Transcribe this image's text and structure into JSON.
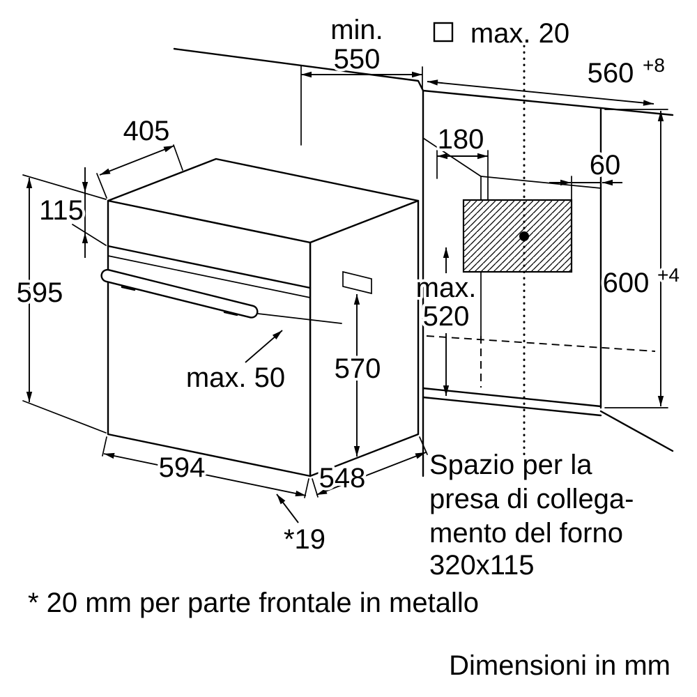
{
  "page": {
    "footer_note": "* 20 mm per parte frontale in metallo",
    "units_note": "Dimensioni in mm"
  },
  "socket_note": {
    "line1": "Spazio per la",
    "line2": "presa di collega-",
    "line3": "mento del forno",
    "line4": "320x115"
  },
  "dimensions": {
    "worktop_depth_label": "min.",
    "worktop_depth_value": "550",
    "top_gap": "max. 20",
    "niche_width_value": "560",
    "niche_width_tolerance": "+8",
    "oven_top_depth": "405",
    "socket_offset_left": "180",
    "socket_offset_right": "60",
    "control_panel_height": "115",
    "oven_height": "595",
    "niche_depth_label": "max.",
    "niche_depth_value": "520",
    "niche_height_value": "600",
    "niche_height_tolerance": "+4",
    "oven_body_height": "570",
    "handle_protrusion": "max. 50",
    "oven_width": "594",
    "oven_body_depth": "548",
    "front_frame_overhang": "*19"
  },
  "icons": {
    "square_symbol": "squareness-symbol"
  },
  "style": {
    "line_color": "#000000",
    "background": "#ffffff"
  }
}
